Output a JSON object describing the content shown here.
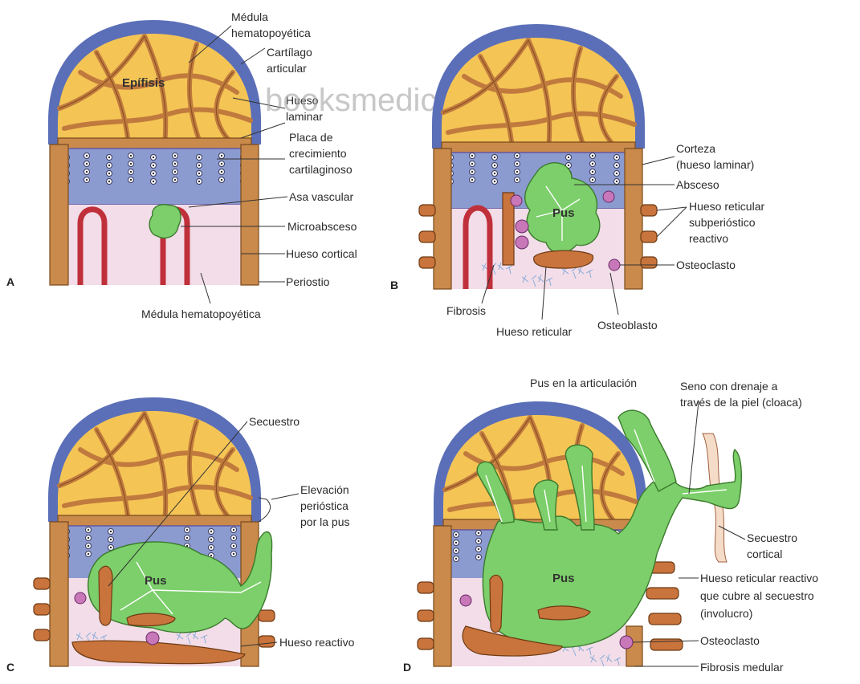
{
  "watermark": "booksmedicos.org",
  "panels": {
    "A": {
      "letter": "A",
      "epifisis": "Epífisis",
      "labels": {
        "medula_top_1": "Médula",
        "medula_top_2": "hematopoyética",
        "cartilago_1": "Cartílago",
        "cartilago_2": "articular",
        "hueso_1": "Hueso",
        "hueso_2": "laminar",
        "placa_1": "Placa de",
        "placa_2": "crecimiento",
        "placa_3": "cartilaginoso",
        "asa": "Asa vascular",
        "micro": "Microabsceso",
        "cortical": "Hueso cortical",
        "periostio": "Periostio",
        "medula_bottom": "Médula hematopoyética"
      }
    },
    "B": {
      "letter": "B",
      "pus": "Pus",
      "labels": {
        "corteza_1": "Corteza",
        "corteza_2": "(hueso laminar)",
        "absceso": "Absceso",
        "reticular_1": "Hueso reticular",
        "reticular_2": "subperióstico",
        "reticular_3": "reactivo",
        "osteoclasto": "Osteoclasto",
        "fibrosis": "Fibrosis",
        "hueso_reticular": "Hueso reticular",
        "osteoblasto": "Osteoblasto"
      }
    },
    "C": {
      "letter": "C",
      "pus": "Pus",
      "labels": {
        "secuestro": "Secuestro",
        "elevacion_1": "Elevación",
        "elevacion_2": "perióstica",
        "elevacion_3": "por la pus",
        "hueso_reactivo": "Hueso reactivo"
      }
    },
    "D": {
      "letter": "D",
      "pus": "Pus",
      "labels": {
        "pus_art": "Pus en la articulación",
        "seno_1": "Seno con drenaje a",
        "seno_2": "través de la piel (cloaca)",
        "secuestro_1": "Secuestro",
        "secuestro_2": "cortical",
        "involucro_1": "Hueso reticular reactivo",
        "involucro_2": "que cubre al secuestro",
        "involucro_3": "(involucro)",
        "osteoclasto": "Osteoclasto",
        "fibrosis": "Fibrosis medular"
      }
    }
  },
  "colors": {
    "cartilage_cap": "#5b6fb8",
    "growth_plate": "#8b9bd0",
    "cancellous": "#f4c455",
    "cortex": "#c98a4b",
    "marrow": "#f2dde8",
    "pus": "#7ccf6a",
    "vessel": "#c0303a"
  }
}
